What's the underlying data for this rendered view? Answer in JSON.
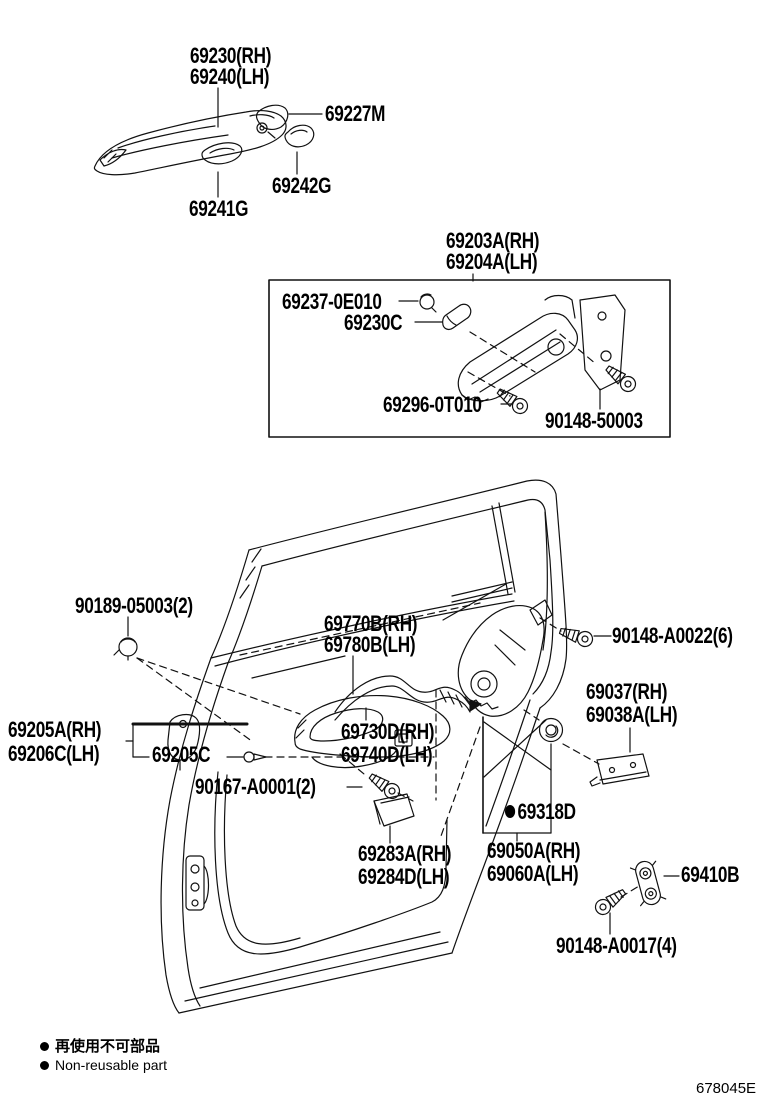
{
  "figure": {
    "code": "678045E"
  },
  "markers": {
    "non_reusable_dot": "●"
  },
  "labels": {
    "handle_rh": "69230(RH)",
    "handle_lh": "69240(LH)",
    "cover_m": "69227M",
    "cover_242": "69242G",
    "cover_241": "69241G",
    "frame_rh": "69203A(RH)",
    "frame_lh": "69204A(LH)",
    "clip_0e010": "69237-0E010",
    "clip_230c": "69230C",
    "screw_0t010": "69296-0T010",
    "screw_50003": "90148-50003",
    "clip_05003": "90189-05003(2)",
    "run_rh": "69770B(RH)",
    "run_lh": "69780B(LH)",
    "screw_a0022": "90148-A0022(6)",
    "child_rh": "69037(RH)",
    "child_lh": "69038A(LH)",
    "inner_rh": "69205A(RH)",
    "inner_lh": "69206C(LH)",
    "inner_c": "69205C",
    "cable_rh": "69730D(RH)",
    "cable_lh": "69740D(LH)",
    "screw_a0001": "90167-A0001(2)",
    "grommet": "69318D",
    "wedge_rh": "69283A(RH)",
    "wedge_lh": "69284D(LH)",
    "lock_rh": "69050A(RH)",
    "lock_lh": "69060A(LH)",
    "striker": "69410B",
    "screw_a0017": "90148-A0017(4)"
  },
  "legend": {
    "item_jp": "再使用不可部品",
    "item_en": "Non-reusable part"
  }
}
